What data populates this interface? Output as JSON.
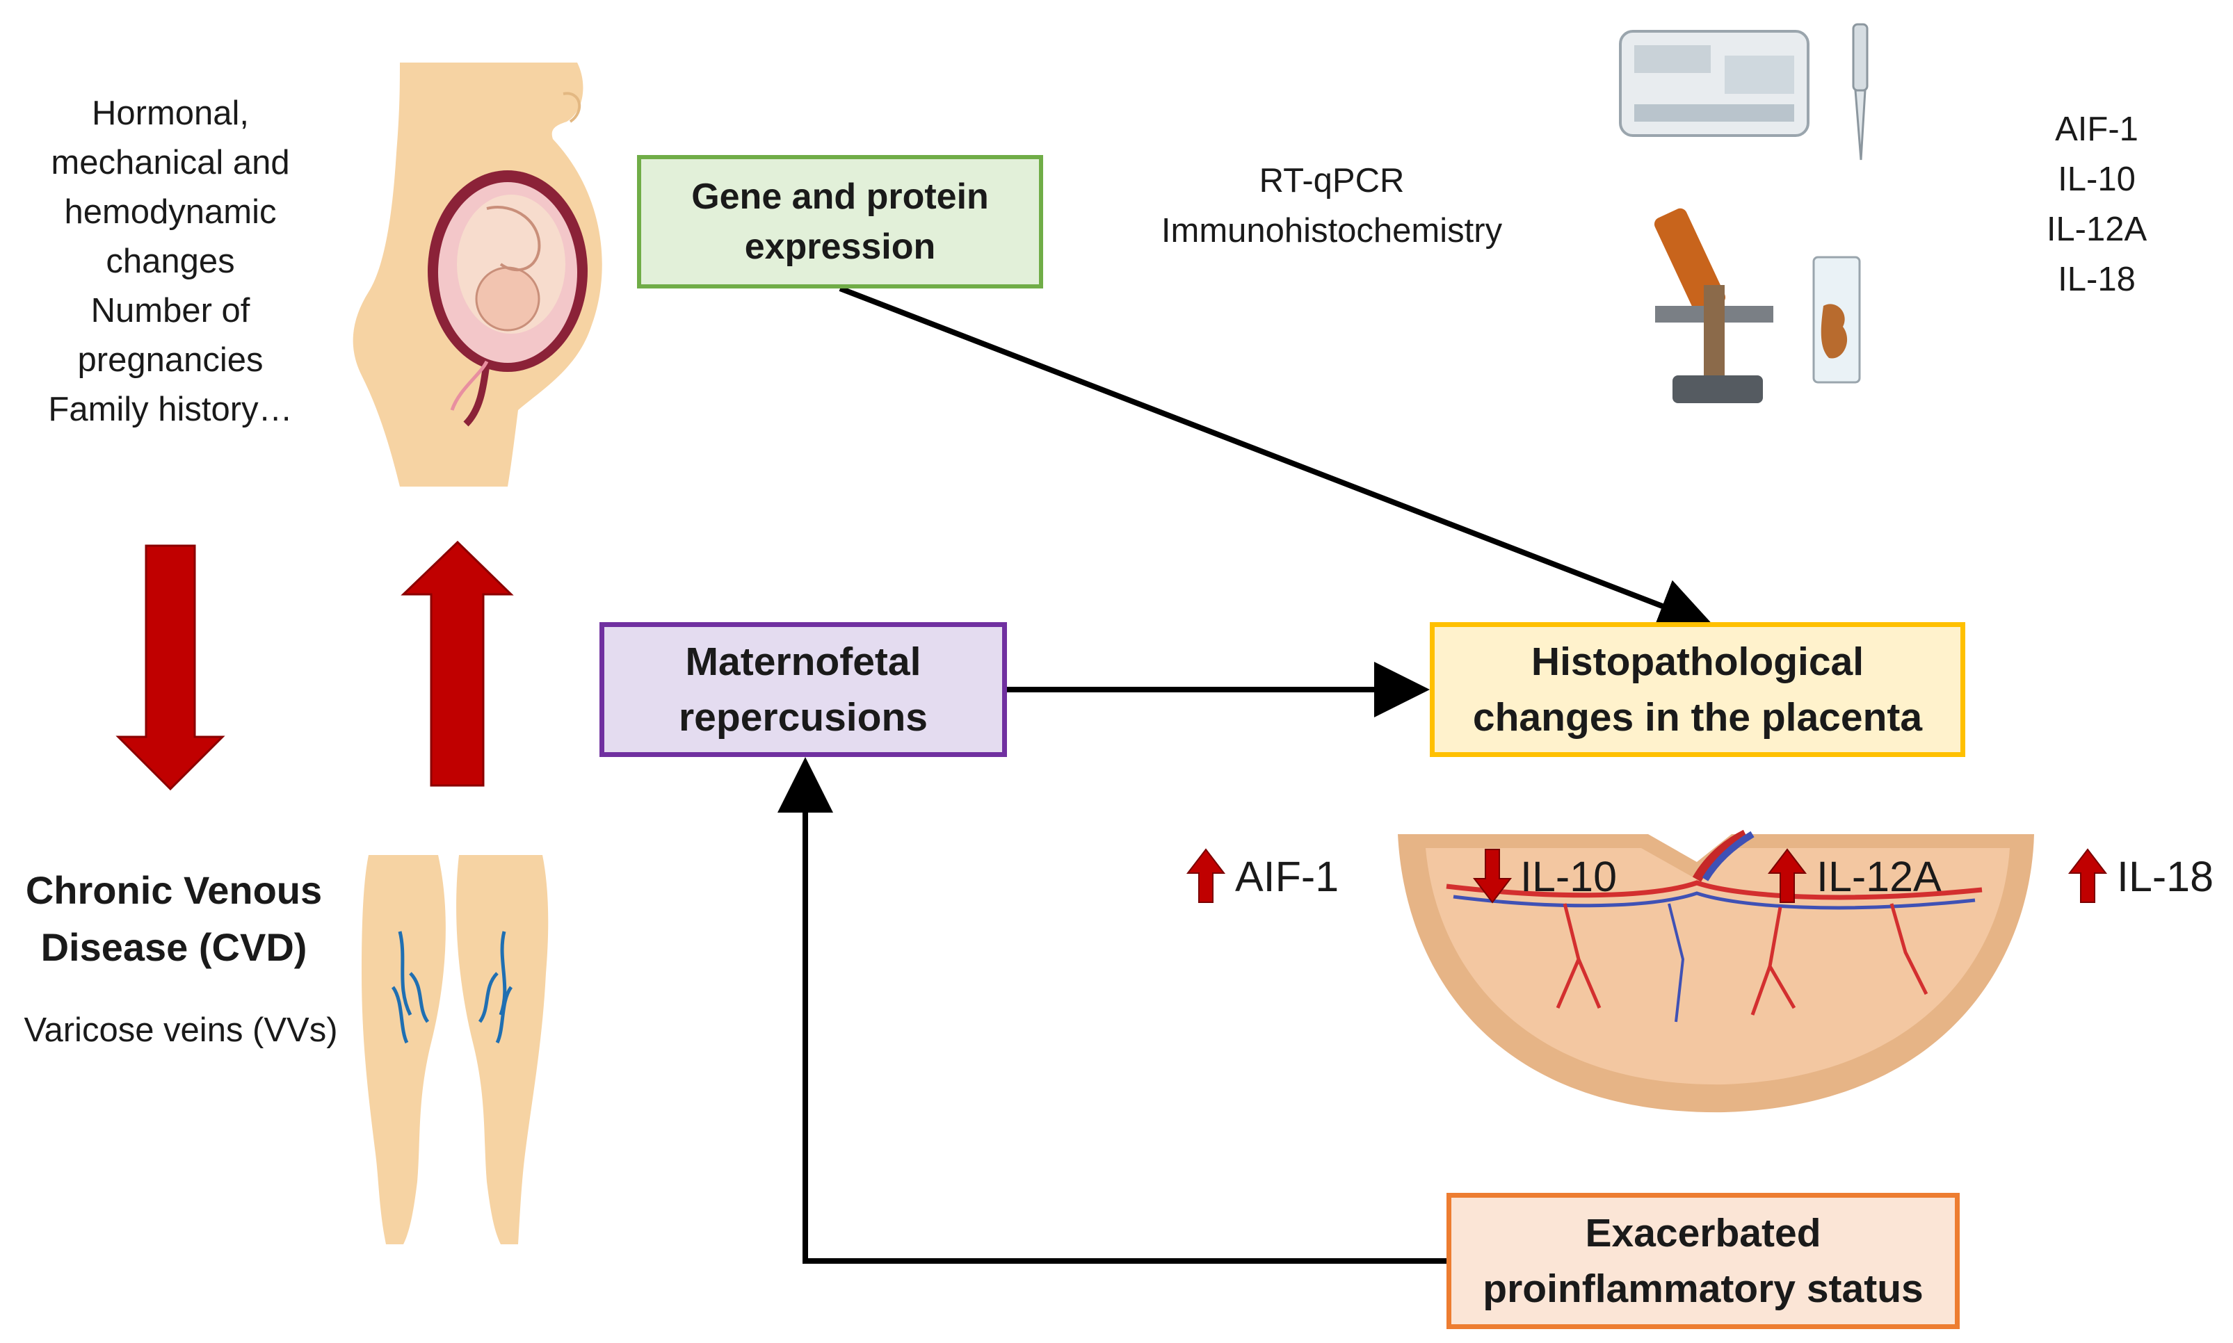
{
  "risk_factors": {
    "lines": [
      "Hormonal,",
      "mechanical and",
      "hemodynamic",
      "changes",
      "Number of",
      "pregnancies",
      "Family history…"
    ]
  },
  "boxes": {
    "gene_protein": [
      "Gene and protein",
      "expression"
    ],
    "maternofetal": [
      "Maternofetal",
      "repercusions"
    ],
    "histopathological": [
      "Histopathological",
      "changes in the placenta"
    ],
    "proinflammatory": [
      "Exacerbated",
      "proinflammatory status"
    ]
  },
  "methods": [
    "RT-qPCR",
    "Immunohistochemistry"
  ],
  "markers": [
    "AIF-1",
    "IL-10",
    "IL-12A",
    "IL-18"
  ],
  "cvd": {
    "title_lines": [
      "Chronic Venous",
      "Disease (CVD)"
    ],
    "subtitle": "Varicose veins (VVs)"
  },
  "marker_changes": [
    {
      "label": "AIF-1",
      "direction": "up"
    },
    {
      "label": "IL-10",
      "direction": "down"
    },
    {
      "label": "IL-12A",
      "direction": "up"
    },
    {
      "label": "IL-18",
      "direction": "up"
    }
  ],
  "colors": {
    "arrow_red": "#c00000",
    "gene_fill": "#e2f0d9",
    "gene_border": "#70ad47",
    "mat_fill": "#e4dcf0",
    "mat_border": "#7030a0",
    "histo_fill": "#fff2cc",
    "histo_border": "#ffc000",
    "exac_fill": "#fbe5d6",
    "exac_border": "#ed7d31",
    "skin": "#f6d3a3"
  },
  "icons": [
    "pregnant-woman-illustration",
    "legs-varicose-illustration",
    "pcr-machine-icon",
    "pipette-icon",
    "microscope-icon",
    "slide-icon",
    "placenta-illustration"
  ]
}
